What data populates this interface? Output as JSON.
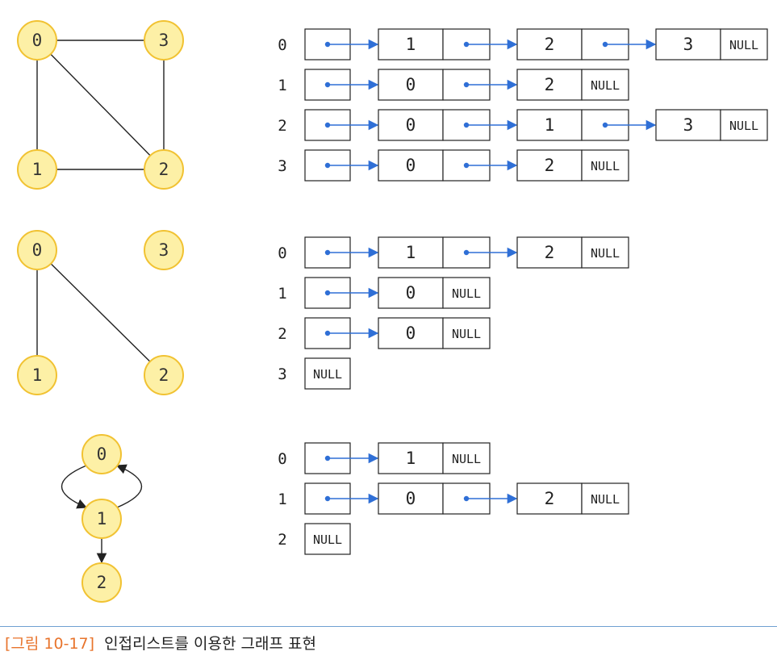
{
  "colors": {
    "node_fill": "#fdf0a6",
    "node_stroke": "#f1c232",
    "pointer_blue": "#2f6fd6",
    "box_stroke": "#222222",
    "caption_accent": "#e8742c",
    "rule": "#6fa0d2"
  },
  "graphs": [
    {
      "directed": false,
      "nodes": [
        "0",
        "1",
        "2",
        "3"
      ],
      "edges": [
        [
          "0",
          "3"
        ],
        [
          "0",
          "1"
        ],
        [
          "0",
          "2"
        ],
        [
          "3",
          "2"
        ],
        [
          "1",
          "2"
        ]
      ],
      "adjacency": [
        {
          "index": "0",
          "neighbors": [
            "1",
            "2",
            "3"
          ]
        },
        {
          "index": "1",
          "neighbors": [
            "0",
            "2"
          ]
        },
        {
          "index": "2",
          "neighbors": [
            "0",
            "1",
            "3"
          ]
        },
        {
          "index": "3",
          "neighbors": [
            "0",
            "2"
          ]
        }
      ]
    },
    {
      "directed": false,
      "nodes": [
        "0",
        "1",
        "2",
        "3"
      ],
      "edges": [
        [
          "0",
          "1"
        ],
        [
          "0",
          "2"
        ]
      ],
      "adjacency": [
        {
          "index": "0",
          "neighbors": [
            "1",
            "2"
          ]
        },
        {
          "index": "1",
          "neighbors": [
            "0"
          ]
        },
        {
          "index": "2",
          "neighbors": [
            "0"
          ]
        },
        {
          "index": "3",
          "neighbors": []
        }
      ]
    },
    {
      "directed": true,
      "nodes": [
        "0",
        "1",
        "2"
      ],
      "edges": [
        [
          "0",
          "1"
        ],
        [
          "1",
          "0"
        ],
        [
          "1",
          "2"
        ]
      ],
      "adjacency": [
        {
          "index": "0",
          "neighbors": [
            "1"
          ]
        },
        {
          "index": "1",
          "neighbors": [
            "0",
            "2"
          ]
        },
        {
          "index": "2",
          "neighbors": []
        }
      ]
    }
  ],
  "null_label": "NULL",
  "caption": {
    "tag": "[그림 10-17]",
    "text": "인접리스트를 이용한 그래프 표현"
  }
}
